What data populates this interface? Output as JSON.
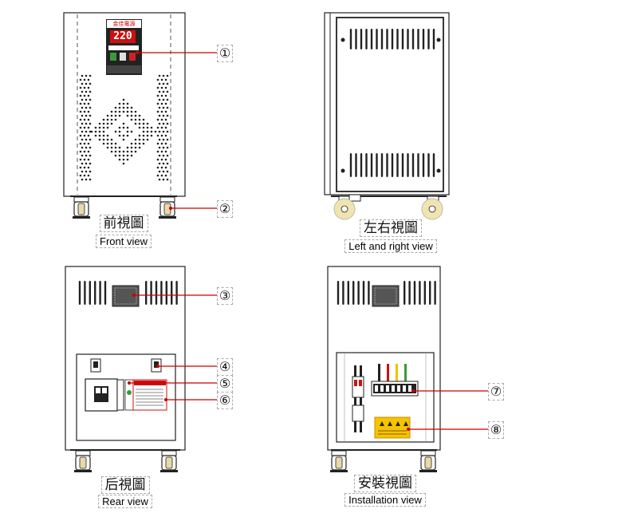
{
  "views": {
    "front": {
      "cn": "前視圖",
      "en": "Front view"
    },
    "side": {
      "cn": "左右視圖",
      "en": "Left and right view"
    },
    "rear": {
      "cn": "后視圖",
      "en": "Rear view"
    },
    "install": {
      "cn": "安裝視圖",
      "en": "Installation view"
    }
  },
  "panel": {
    "brand": "金佳電源",
    "display": "220"
  },
  "callouts": [
    "①",
    "②",
    "③",
    "④",
    "⑤",
    "⑥",
    "⑦",
    "⑧"
  ],
  "colors": {
    "outline": "#222222",
    "leader": "#cc0000",
    "display_bg": "#cc1111",
    "panel_bg": "#222222",
    "warning_label": "#f5c400",
    "wheel": "#f0e4b0"
  }
}
